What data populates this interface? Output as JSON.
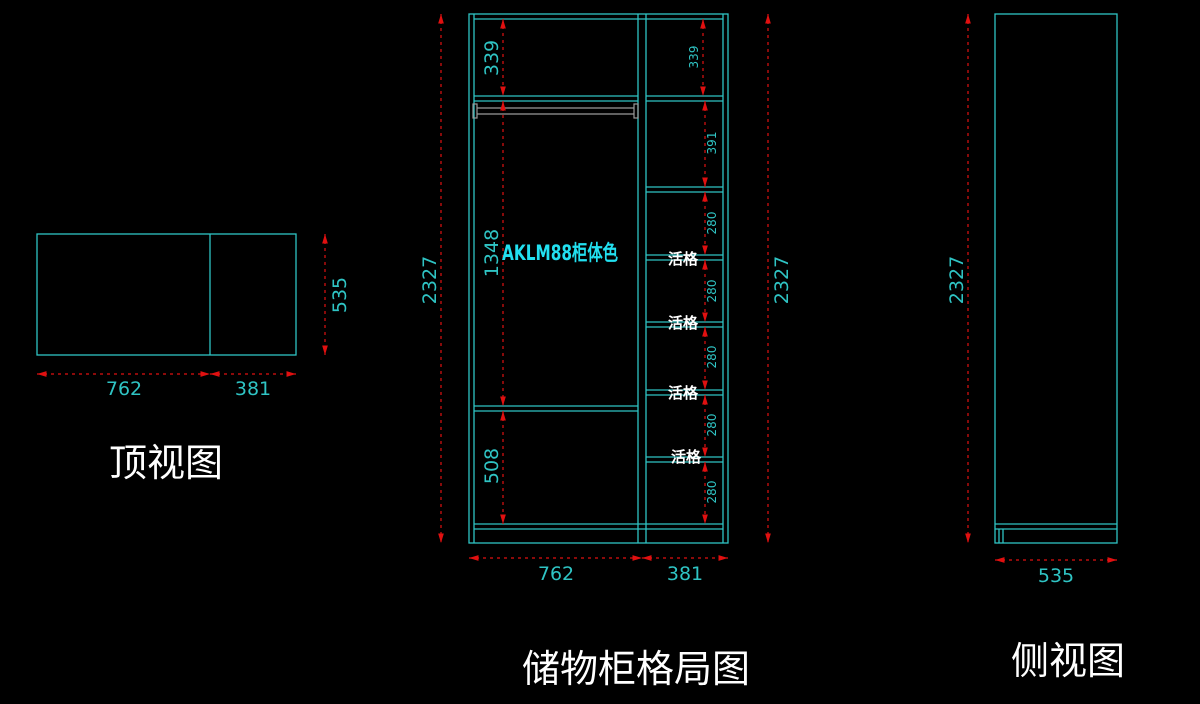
{
  "top_view": {
    "title": "顶视图",
    "width_left": "762",
    "width_right": "381",
    "depth": "535"
  },
  "front_view": {
    "title": "储物柜格局图",
    "material_label": "AKLM88柜体色",
    "total_height_left": "2327",
    "total_height_right": "2327",
    "width_left": "762",
    "width_right": "381",
    "left_column_dims": [
      "339",
      "1348",
      "508"
    ],
    "right_column_dims": [
      "339",
      "391",
      "280",
      "280",
      "280",
      "280",
      "280"
    ],
    "shelf_labels": [
      "活格",
      "活格",
      "活格",
      "活格"
    ]
  },
  "side_view": {
    "title": "侧视图",
    "height": "2327",
    "depth": "535"
  },
  "colors": {
    "lines": "#2fc4c4",
    "dimensions": "#e01010",
    "background": "#000000"
  }
}
